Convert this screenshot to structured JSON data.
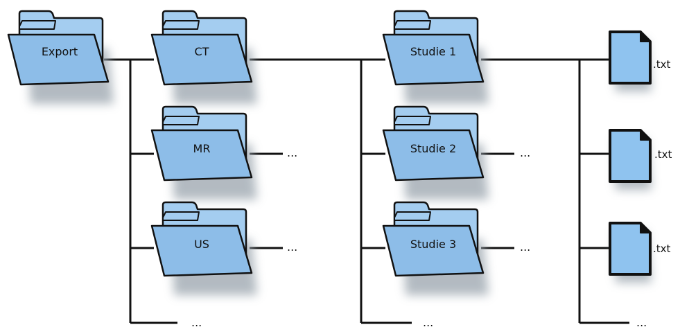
{
  "folders": {
    "export": "Export",
    "ct": "CT",
    "mr": "MR",
    "us": "US",
    "studie1": "Studie 1",
    "studie2": "Studie 2",
    "studie3": "Studie 3"
  },
  "files": {
    "file1": ".txt",
    "file2": ".txt",
    "file3": ".txt"
  },
  "ellipsis": "...",
  "colors": {
    "folder_fill": "#8dbde8",
    "folder_back": "#a4cdf0",
    "file_fill": "#8fc3ef",
    "stroke": "#111111",
    "shadow": "#9aa4ad"
  }
}
